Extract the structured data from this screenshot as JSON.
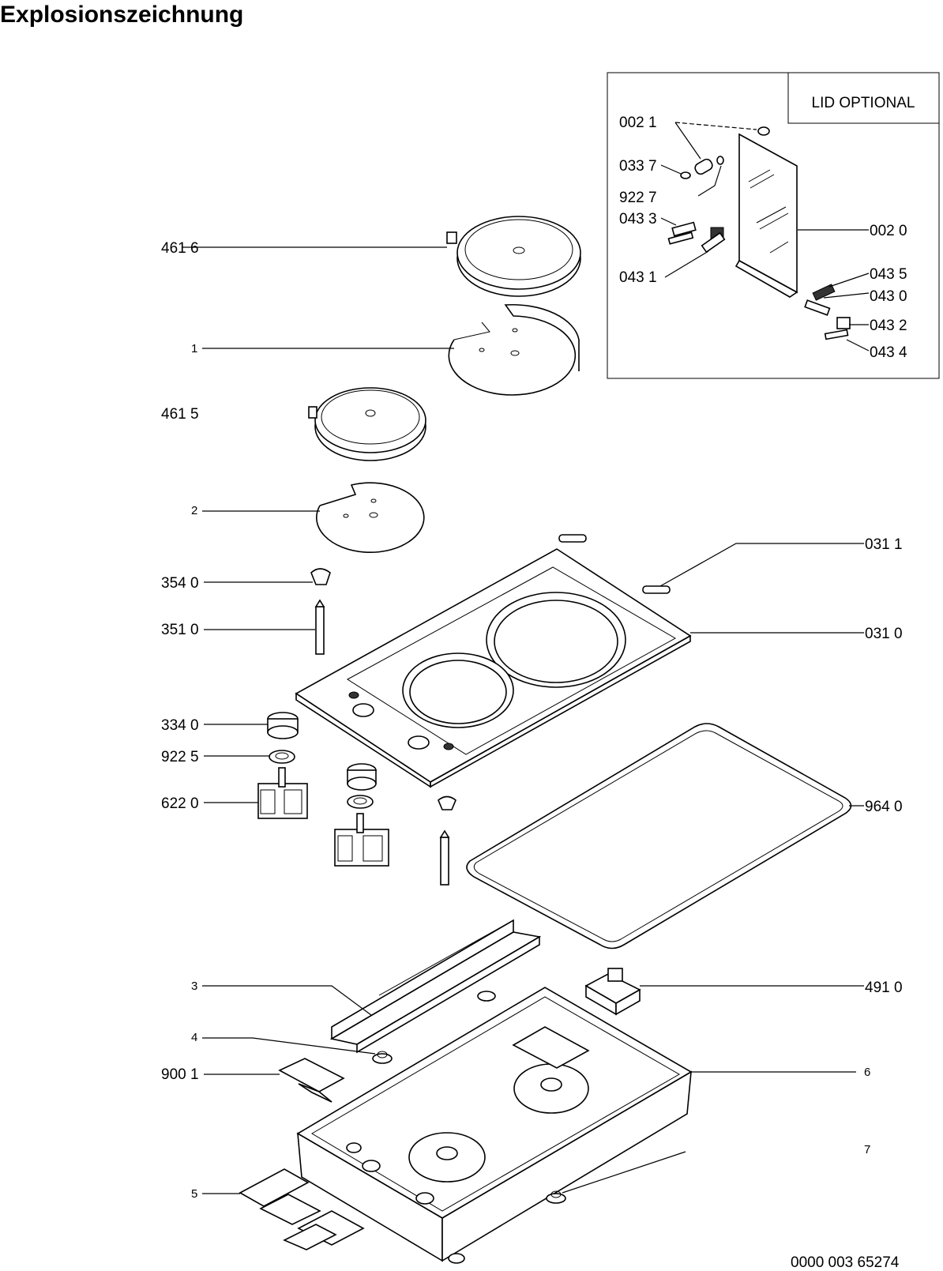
{
  "title": "Explosionszeichnung",
  "lid_box": {
    "heading": "LID OPTIONAL"
  },
  "labels": {
    "p0021": "002 1",
    "p0337": "033 7",
    "p9227": "922 7",
    "p0433": "043 3",
    "p0020": "002 0",
    "p0431": "043 1",
    "p0435": "043 5",
    "p0430": "043 0",
    "p0432": "043 2",
    "p0434": "043 4",
    "p4616": "461 6",
    "p1": "1",
    "p4615": "461 5",
    "p2": "2",
    "p0311": "031 1",
    "p3540": "354 0",
    "p3510": "351 0",
    "p0310": "031 0",
    "p3340": "334 0",
    "p9225": "922 5",
    "p6220": "622 0",
    "p9640": "964 0",
    "p3": "3",
    "p4910": "491 0",
    "p4": "4",
    "p9001": "900 1",
    "p6": "6",
    "p7": "7",
    "p5": "5"
  },
  "doc_number": "0000 003 65274"
}
